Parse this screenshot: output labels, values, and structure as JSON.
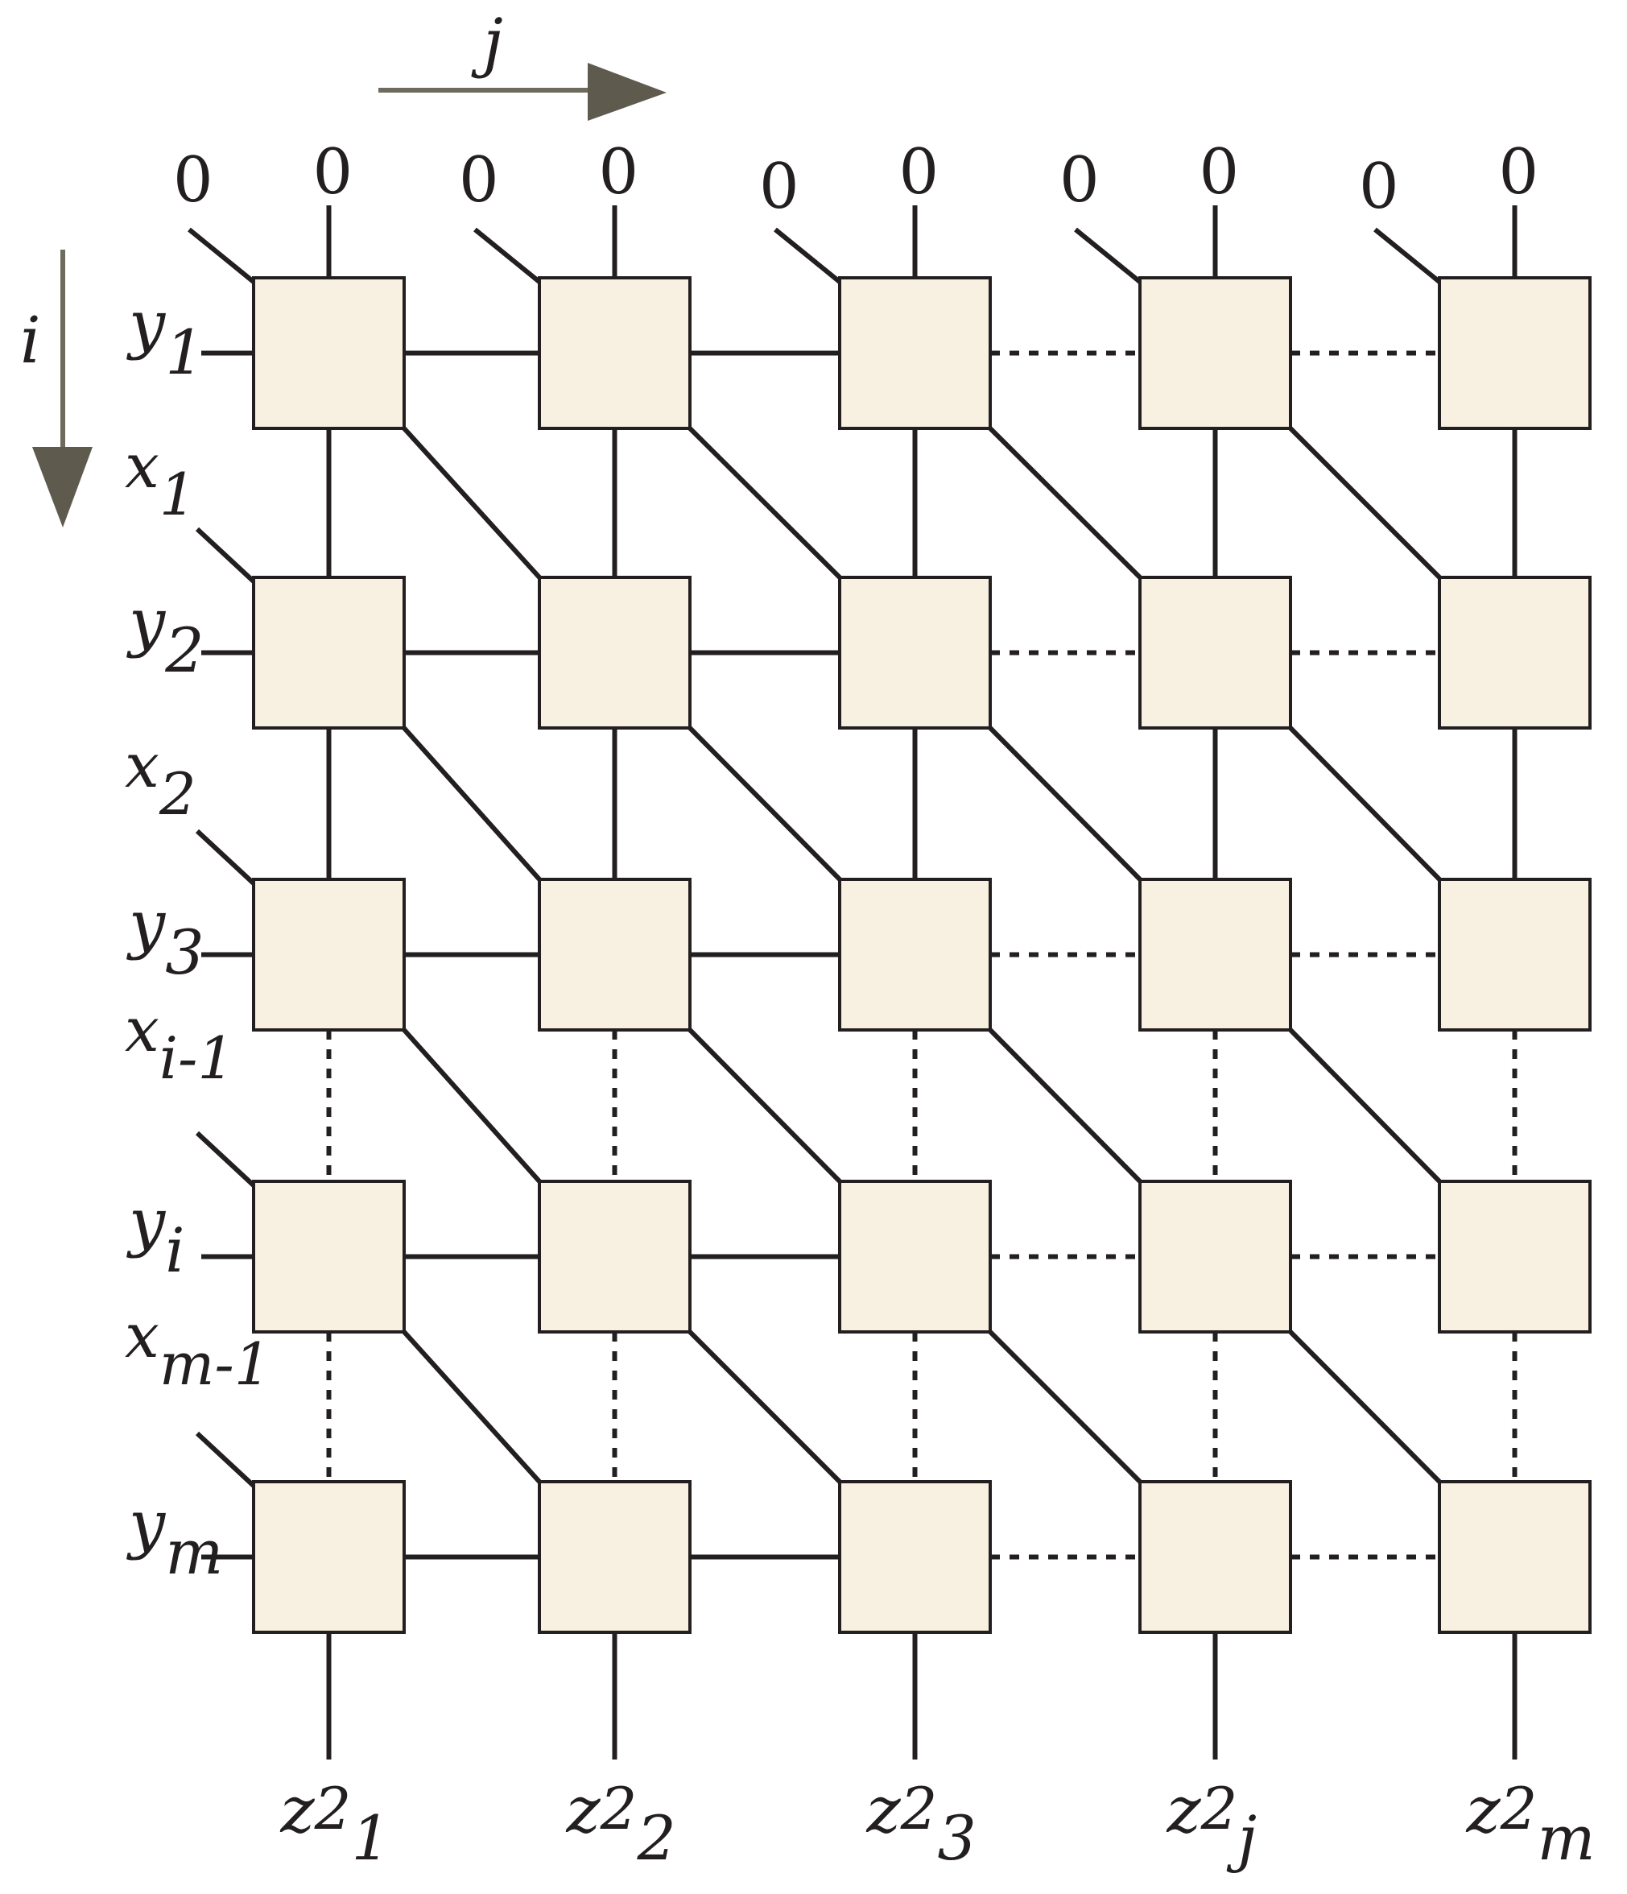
{
  "top_inputs": [
    "0",
    "0",
    "0",
    "0",
    "0",
    "0",
    "0",
    "0",
    "0",
    "0"
  ],
  "row_labels": [
    {
      "base": "y",
      "sub": "1"
    },
    {
      "base": "y",
      "sub": "2"
    },
    {
      "base": "y",
      "sub": "3"
    },
    {
      "base": "y",
      "sub": "i"
    },
    {
      "base": "y",
      "sub": "m"
    }
  ],
  "x_labels": [
    {
      "base": "x",
      "sub": "1"
    },
    {
      "base": "x",
      "sub": "2"
    },
    {
      "base": "x",
      "sub": "i-1"
    },
    {
      "base": "x",
      "sub": "m-1"
    }
  ],
  "outputs": [
    {
      "base": "z",
      "sup": "2",
      "sub": "1"
    },
    {
      "base": "z",
      "sup": "2",
      "sub": "2"
    },
    {
      "base": "z",
      "sup": "2",
      "sub": "3"
    },
    {
      "base": "z",
      "sup": "2",
      "sub": "j"
    },
    {
      "base": "z",
      "sup": "2",
      "sub": "m"
    }
  ],
  "axis_labels": {
    "horizontal": "j",
    "vertical": "i"
  },
  "colors": {
    "cell_fill": "#f8f0e0",
    "line": "#231f20",
    "arrow": "#5e5a4e"
  }
}
